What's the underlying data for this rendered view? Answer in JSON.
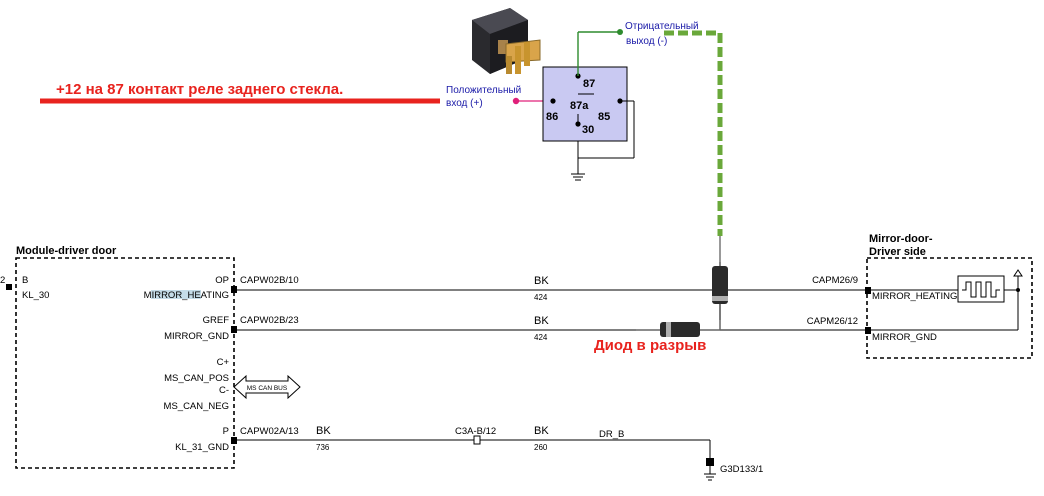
{
  "annotations": {
    "plus12_text": "+12 на 87 контакт реле   заднего стекла.",
    "positive_in_line1": "Положительный",
    "positive_in_line2": "вход (+)",
    "negative_out_line1": "Отрицательный",
    "negative_out_line2": "выход (-)",
    "diode_text": "Диод в разрыв"
  },
  "relay": {
    "pin_87": "87",
    "pin_87a": "87a",
    "pin_86": "86",
    "pin_85": "85",
    "pin_30": "30"
  },
  "module_driver_door": {
    "title": "Module-driver door",
    "left_pin": "2",
    "b_label": "B",
    "kl30_label": "KL_30",
    "op_label": "OP",
    "mirror_heating_label": "MIRROR_HEATING",
    "gref_label": "GREF",
    "mirror_gnd_label": "MIRROR_GND",
    "c_plus_label": "C+",
    "ms_can_pos_label": "MS_CAN_POS",
    "c_minus_label": "C-",
    "ms_can_neg_label": "MS_CAN_NEG",
    "p_label": "P",
    "kl31_gnd_label": "KL_31_GND",
    "can_bus_label": "MS CAN BUS"
  },
  "wires": {
    "w1_from": "CAPW02B/10",
    "w1_color": "BK",
    "w1_num": "424",
    "w1_to": "CAPM26/9",
    "w2_from": "CAPW02B/23",
    "w2_color": "BK",
    "w2_num": "424",
    "w2_to": "CAPM26/12",
    "w3_from": "CAPW02A/13",
    "w3_color": "BK",
    "w3_num": "736",
    "w3_connector": "C3A-B/12",
    "w3b_color": "BK",
    "w3b_num": "260",
    "w3_dest": "DR_B",
    "ground_label": "G3D133/1"
  },
  "mirror_door": {
    "title_line1": "Mirror-door-",
    "title_line2": "Driver side",
    "heating_label": "MIRROR_HEATING",
    "gnd_label": "MIRROR_GND"
  },
  "colors": {
    "red_line": "#e8231e",
    "green_dashed": "#6aa83a",
    "pink_dot": "#e0207a",
    "relay_fill": "#c9c9f2",
    "blue_text": "#1a1aa8"
  }
}
